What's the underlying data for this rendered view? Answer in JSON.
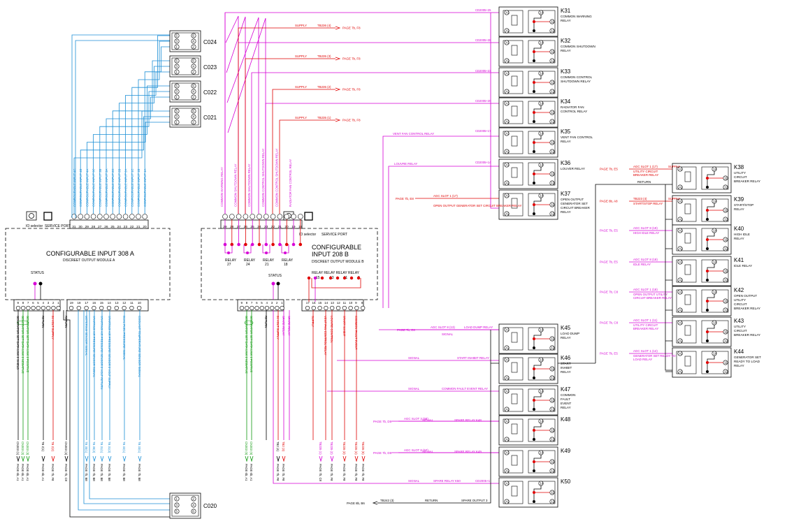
{
  "colors": {
    "magenta": "#d600d6",
    "red": "#e00000",
    "green": "#109a10",
    "blue": "#1c8fd6",
    "black": "#000000"
  },
  "connectors_top": [
    {
      "id": "C024",
      "labels": [
        "5",
        "6",
        "3",
        "4",
        "1",
        "2"
      ]
    },
    {
      "id": "C023",
      "labels": [
        "5",
        "6",
        "3",
        "4",
        "1",
        "2"
      ]
    },
    {
      "id": "C022",
      "labels": [
        "5",
        "6",
        "3",
        "4",
        "1",
        "2"
      ]
    },
    {
      "id": "C021",
      "labels": [
        "5",
        "6",
        "3",
        "4",
        "1",
        "2"
      ]
    }
  ],
  "connector_bottom": {
    "id": "C020",
    "labels": [
      "1",
      "2",
      "3",
      "4",
      "5",
      "6"
    ]
  },
  "module_a": {
    "title": "CONFIGURABLE INPUT 308 A",
    "subtitle": "DISCREET OUTPUT MODULE A",
    "status": "STATUS",
    "io_selector": "IO selector",
    "service_port": "SERVICE PORT",
    "top_numbers": [
      "31",
      "30",
      "29",
      "28",
      "27",
      "26",
      "25",
      "24",
      "23",
      "22",
      "21",
      "20"
    ],
    "top_signals": [
      "CONFIGURABLE INPUT 4C",
      "CONFIGURABLE INPUT 4B",
      "CONFIGURABLE INPUT 4A",
      "CONFIGURABLE INPUT 3C",
      "CONFIGURABLE INPUT 3B",
      "CONFIGURABLE INPUT 3A",
      "CONFIGURABLE INPUT 2C",
      "CONFIGURABLE INPUT 2B",
      "CONFIGURABLE INPUT 2A",
      "CONFIGURABLE INPUT 1C",
      "CONFIGURABLE INPUT 1B",
      "CONFIGURABLE INPUT 1A"
    ],
    "bottom_numbers": [
      "9",
      "8",
      "7",
      "6",
      "5",
      "4",
      "3",
      "2",
      "1"
    ],
    "bottom_numbers_right": [
      "19",
      "18",
      "17",
      "16",
      "15",
      "14",
      "13",
      "12",
      "11",
      "10"
    ],
    "bottom_signals": [
      "GENERATOR SET DATA LINK 2 SHIELD",
      "GENERATOR SET DATA LINK 2 NEGATIVE",
      "GENERATOR SET DATA LINK 2 POSITIVE",
      "RETURN",
      "24 VOLT SUPPLY",
      "RETURN",
      "METERING SENSOR SIGNAL",
      "STARTING AIR PRESSURE SENSOR SIGNAL",
      "STARTING AIR PRESSURE SENSOR 5 VOLT RETURN",
      "STARTING AIR PRESSURE SENSOR 5 VOLT SUPPLY",
      "DUAL FUEL PRESSURE SIGNAL",
      "COOLANT TEMPERATURE SENSOR SIGNAL"
    ],
    "bottom_refs": [
      "PAGE 6b, A1",
      "PAGE 6b, A1",
      "PAGE 6b, A1",
      "PAGE 6b, A1",
      "PAGE 7b, F8",
      "PAGE 7b, C8",
      "PAGE 7b, B8",
      "PAGE 7b, B8",
      "PAGE 7b, B8",
      "PAGE 7b, B8",
      "PAGE 7b, B8",
      "PAGE 7b, B8"
    ],
    "bottom_wires": [
      "CN303 (1)",
      "CN303 (2)",
      "CN303 (3)",
      "TB 2(1)",
      "TB 2(2)",
      "CN303 (4)",
      "TB 30(1)",
      "TB 30(2)",
      "TB 31(1)",
      "TB 31(2)",
      "TB 32(1)",
      "TB 33(1)"
    ]
  },
  "module_b": {
    "title": "CONFIGURABLE INPUT 208 B",
    "subtitle": "DISCREET OUTPUT MODULE B",
    "status": "STATUS",
    "io_selector": "IO selector",
    "service_port": "SERVICE PORT",
    "top_numbers": [
      "29",
      "28",
      "27",
      "26",
      "25",
      "24",
      "23",
      "22",
      "21",
      "20",
      "19",
      "18"
    ],
    "top_signals": [
      "COMMON WARNING RELAY",
      "COMMON SHUTDOWN RELAY",
      "COMMON SHUTDOWN RELAY",
      "COMMON CONTROL SHUTDOWN RELAY",
      "COMMON CONTROL SHUTDOWN RELAY",
      "RADIATOR FAN CONTROL RELAY",
      "RADIATOR FAN CONTROL RELAY"
    ],
    "relay_labels_left": [
      "RELAY 27",
      "RELAY 24",
      "RELAY 21",
      "RELAY 18"
    ],
    "relay_labels_right": "RELAY RELAY RELAY RELAY",
    "relay_numbers_right": [
      "15",
      "13",
      "11",
      "9"
    ],
    "bottom_numbers": [
      "9",
      "8",
      "7",
      "6",
      "5",
      "4",
      "3",
      "2",
      "1"
    ],
    "bottom_numbers_right": [
      "17",
      "16",
      "15",
      "14",
      "13",
      "12",
      "11",
      "10",
      "9",
      "8"
    ],
    "bottom_signals": [
      "GENERATOR SET DATA LINK 2 NEGATIVE",
      "GENERATOR SET DATA LINK 2 POSITIVE",
      "RETURN",
      "24 VOLT SUPPLY",
      "SPARE RELAY",
      "SPARE RELAY",
      "SUPPLY",
      "VENT FAN CONTROL RELAY",
      "LOUVRE CONTROL",
      "START INHIBIT",
      "COMMON FAULT EVENT"
    ],
    "bottom_refs": [
      "PAGE 6b, A1",
      "PAGE 6b, A1",
      "PAGE 7b, F8",
      "PAGE 7b, F8",
      "PAGE 7b, C8",
      "PAGE 7b, F8",
      "PAGE 7b, F8",
      "PAGE 7b, F8",
      "PAGE 7b, F8"
    ],
    "bottom_wires": [
      "CN303 (5)",
      "CN303 (6)",
      "TB2 (4)",
      "TB2 (3)",
      "TB235 (1)",
      "TB235 (2)",
      "TB235 (3)",
      "TB235 (4)",
      "TB235 (5)"
    ]
  },
  "relays_left": [
    {
      "id": "K31",
      "desc": "COMMON WARNING RELAY",
      "feed": "SUPPLY",
      "tb": "TB236 (4)",
      "ref": "PAGE 7b, F8",
      "code": "CD2005+25"
    },
    {
      "id": "K32",
      "desc": "COMMON SHUTDOWN RELAY",
      "feed": "SUPPLY",
      "tb": "TB235 (3)",
      "ref": "PAGE 7b, F8",
      "code": "CD2005+28"
    },
    {
      "id": "K33",
      "desc": "COMMON CONTROL SHUTDOWN RELAY",
      "feed": "",
      "tb": "",
      "ref": "",
      "code": "CD2005+23"
    },
    {
      "id": "K34",
      "desc": "RADIATOR FAN CONTROL RELAY",
      "feed": "SUPPLY",
      "tb": "TB235 (2)",
      "ref": "PAGE 7b, F8",
      "code": "CD2005+20"
    },
    {
      "id": "K35",
      "desc": "VENT FAN CONTROL RELAY",
      "feed": "VENT FAN CONTROL RELAY",
      "tb": "",
      "ref": "",
      "code": "CD2005+17"
    },
    {
      "id": "K36",
      "desc": "LOUVER RELAY",
      "feed": "LOUVRE RELAY",
      "tb": "",
      "ref": "",
      "code": "CD2005+14"
    },
    {
      "id": "K37",
      "desc": "OPEN OUTPUT GENERATOR SET CIRCUIT BREAKER RELAY",
      "feed": "AGC SLOT 1 (17)",
      "tb": "OPEN OUTPUT GENERATOR SET CIRCUIT BREAKER RELAY",
      "ref": "PAGE 7b, E8",
      "code": ""
    }
  ],
  "supply_labels": [
    {
      "text": "SUPPLY",
      "tb": "TB236 (4)",
      "ref": "PAGE 7b, F8"
    },
    {
      "text": "SUPPLY",
      "tb": "TB235 (3)",
      "ref": "PAGE 7b, F8"
    },
    {
      "text": "SUPPLY",
      "tb": "TB235 (2)",
      "ref": "PAGE 7b, F8"
    },
    {
      "text": "SUPPLY",
      "tb": "TB235 (1)",
      "ref": "PAGE 7b, F8"
    }
  ],
  "relays_right": [
    {
      "id": "K38",
      "desc": "UTILITY CIRCUIT BREAKER RELAY",
      "ref": "PAGE 7b, E5",
      "feed": "AGC SLOT 1 (17)",
      "note": "UTILITY CIRCUIT BREAKER RELAY",
      "extra": "SUPPLY"
    },
    {
      "id": "K39",
      "desc": "START/STOP RELAY",
      "ref": "PAGE 8b, A8",
      "feed": "TB223 (4)",
      "note": "START/STOP RELAY",
      "extra": "SUPPLY"
    },
    {
      "id": "K40",
      "desc": "HIGH IDLE RELAY",
      "ref": "PAGE 7b, E5",
      "feed": "AGC SLOT 8 (19)",
      "note": "HIGH IDLE RELAY",
      "extra": ""
    },
    {
      "id": "K41",
      "desc": "IDLE RELAY",
      "ref": "PAGE 7b, E5",
      "feed": "AGC SLOT 8 (18)",
      "note": "IDLE RELAY",
      "extra": ""
    },
    {
      "id": "K42",
      "desc": "OPEN OUTPUT UTILITY CIRCUIT BREAKER RELAY",
      "ref": "PAGE 7b, C8",
      "feed": "AGC SLOT 1 (18)",
      "note": "OPEN OUTPUT UTILITY CIRCUIT BREAKER RELAY",
      "extra": ""
    },
    {
      "id": "K43",
      "desc": "UTILITY CIRCUIT BREAKER RELAY",
      "ref": "PAGE 7b, C8",
      "feed": "AGC SLOT 1 (11)",
      "note": "UTILITY CIRCUIT BREAKER RELAY",
      "extra": ""
    },
    {
      "id": "K44",
      "desc": "GENERATOR SET READY TO LOAD RELAY",
      "ref": "PAGE 7b, E5",
      "feed": "AGC SLOT 1 (12)",
      "note": "GENERATOR SET READY TO LOAD RELAY",
      "extra": ""
    }
  ],
  "relays_bottom": [
    {
      "id": "K45",
      "desc": "LOAD DUMP RELAY",
      "ref": "PAGE 7b, E8",
      "feed": "AGC SLOT 8 (13)",
      "note": "LOAD DUMP RELAY",
      "sig": "SIGNAL"
    },
    {
      "id": "K46",
      "desc": "START INHIBIT RELAY",
      "ref": "",
      "feed": "",
      "note": "START INHIBIT RELAY",
      "sig": "SIGNAL"
    },
    {
      "id": "K47",
      "desc": "COMMON FAULT EVENT RELAY",
      "ref": "",
      "feed": "",
      "note": "COMMON FAULT EVENT RELAY",
      "sig": "SIGNAL"
    },
    {
      "id": "K48",
      "desc": "",
      "ref": "PAGE 7b, D5",
      "feed": "AGC SLOT 3 (58)",
      "note": "SPARE RELAY K48",
      "sig": "SIGNAL"
    },
    {
      "id": "K49",
      "desc": "",
      "ref": "PAGE 7b, D5",
      "feed": "AGC SLOT 8 (57)",
      "note": "SPARE RELAY K49",
      "sig": "SIGNAL"
    },
    {
      "id": "K50",
      "desc": "",
      "ref": "",
      "feed": "",
      "note": "SPARE RELAY K50",
      "sig": "SIGNAL",
      "code": "CD2005+1"
    }
  ],
  "return_label": "RETURN",
  "bottom_return": {
    "ref": "PAGE 8b, B6",
    "tb": "TB242 (3)",
    "text": "RETURN",
    "note": "SPARE OUTPUT 3"
  },
  "relay_terminals": {
    "coil_top": "A1",
    "coil_bottom": "A2",
    "com": "14",
    "no": "11",
    "nc": "12"
  }
}
